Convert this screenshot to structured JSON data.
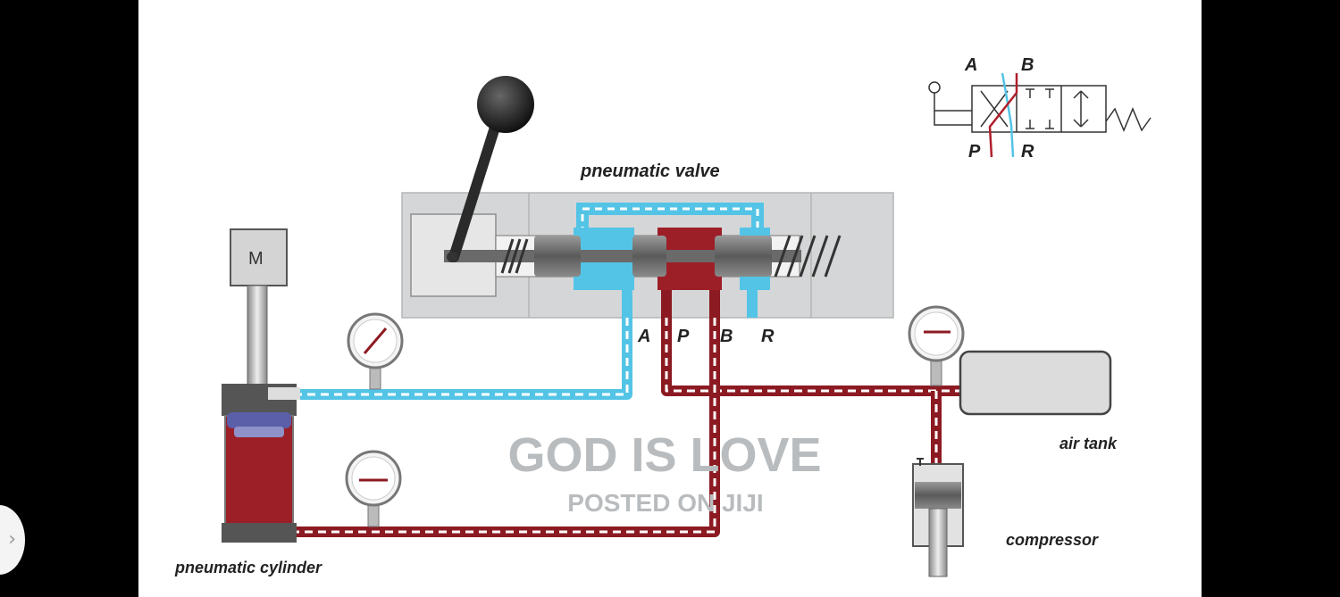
{
  "labels": {
    "valve": "pneumatic valve",
    "cylinder": "pneumatic cylinder",
    "air_tank": "air tank",
    "compressor": "compressor",
    "motor": "M"
  },
  "ports": {
    "a": "A",
    "p": "P",
    "b": "B",
    "r": "R"
  },
  "symbol_ports": {
    "a": "A",
    "b": "B",
    "p": "P",
    "r": "R"
  },
  "watermark": {
    "line1": "GOD IS LOVE",
    "line2": "POSTED ON JIJI"
  },
  "nav": {
    "chevron": "›"
  },
  "colors": {
    "background": "#000000",
    "panel": "#ffffff",
    "cyan_line": "#53c4e6",
    "red_line": "#8c1a22",
    "body_gray": "#d5d6d7",
    "dark_gray": "#555555"
  }
}
